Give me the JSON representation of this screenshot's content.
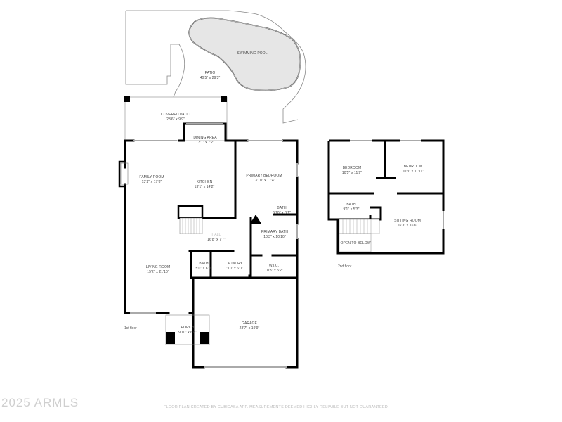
{
  "floorplan": {
    "rooms_1st": [
      {
        "name": "Swimming Pool",
        "dims": ""
      },
      {
        "name": "Patio",
        "dims": "40'5\" x 29'3\""
      },
      {
        "name": "Covered Patio",
        "dims": "23'6\" x 9'9\""
      },
      {
        "name": "Dining Area",
        "dims": "13'1\" x 7'2\""
      },
      {
        "name": "Family Room",
        "dims": "13'2\" x 17'8\""
      },
      {
        "name": "Kitchen",
        "dims": "13'1\" x 14'2\""
      },
      {
        "name": "Primary Bedroom",
        "dims": "13'10\" x 17'4\""
      },
      {
        "name": "Bath",
        "dims": "6'10\" x 3'1\""
      },
      {
        "name": "Primary Bath",
        "dims": "10'3\" x 10'10\""
      },
      {
        "name": "Hall",
        "dims": "16'8\" x 7'7\""
      },
      {
        "name": "Bath",
        "dims": "5'0\" x 6'0\""
      },
      {
        "name": "Laundry",
        "dims": "7'10\" x 6'0\""
      },
      {
        "name": "W.I.C.",
        "dims": "10'3\" x 5'2\""
      },
      {
        "name": "Living Room",
        "dims": "15'2\" x 21'10\""
      },
      {
        "name": "Porch",
        "dims": "9'10\" x 6'8\""
      },
      {
        "name": "Garage",
        "dims": "23'7\" x 19'9\""
      }
    ],
    "rooms_2nd": [
      {
        "name": "Bedroom",
        "dims": "10'5\" x 11'9\""
      },
      {
        "name": "Bedroom",
        "dims": "10'3\" x 11'11\""
      },
      {
        "name": "Bath",
        "dims": "9'1\" x 5'3\""
      },
      {
        "name": "Sitting Room",
        "dims": "16'3\" x 16'6\""
      },
      {
        "name": "Open to Below",
        "dims": ""
      }
    ],
    "floor_labels": {
      "first": "1st floor",
      "second": "2nd floor"
    }
  },
  "footer": {
    "watermark": "2025 ARMLS",
    "disclaimer": "FLOOR PLAN CREATED BY CUBICASA APP. MEASUREMENTS DEEMED HIGHLY RELIABLE BUT NOT GUARANTEED."
  },
  "colors": {
    "wall": "#000000",
    "outline": "#888888",
    "pool": "#e6e6e6"
  }
}
